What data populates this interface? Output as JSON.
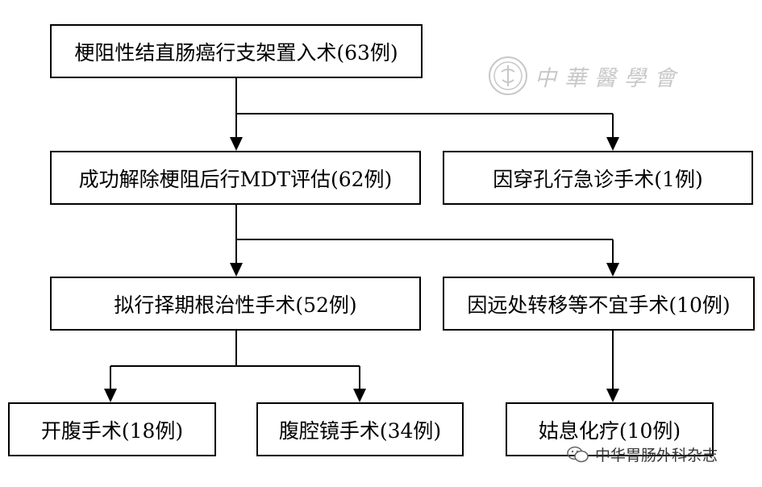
{
  "boxes": {
    "start": "梗阻性结直肠癌行支架置入术(63例)",
    "mdt": "成功解除梗阻后行MDT评估(62例)",
    "emergency": "因穿孔行急诊手术(1例)",
    "radical": "拟行择期根治性手术(52例)",
    "metastasis": "因远处转移等不宜手术(10例)",
    "open": "开腹手术(18例)",
    "laparoscopic": "腹腔镜手术(34例)",
    "palliative": "姑息化疗(10例)"
  },
  "watermark": {
    "logo_text": "中華醫學會",
    "source_text": "中华胃肠外科杂志",
    "logo_icon": "seal-icon",
    "source_icon": "wechat-icon"
  },
  "colors": {
    "line": "#000000",
    "watermark": "#c8c8c8"
  }
}
